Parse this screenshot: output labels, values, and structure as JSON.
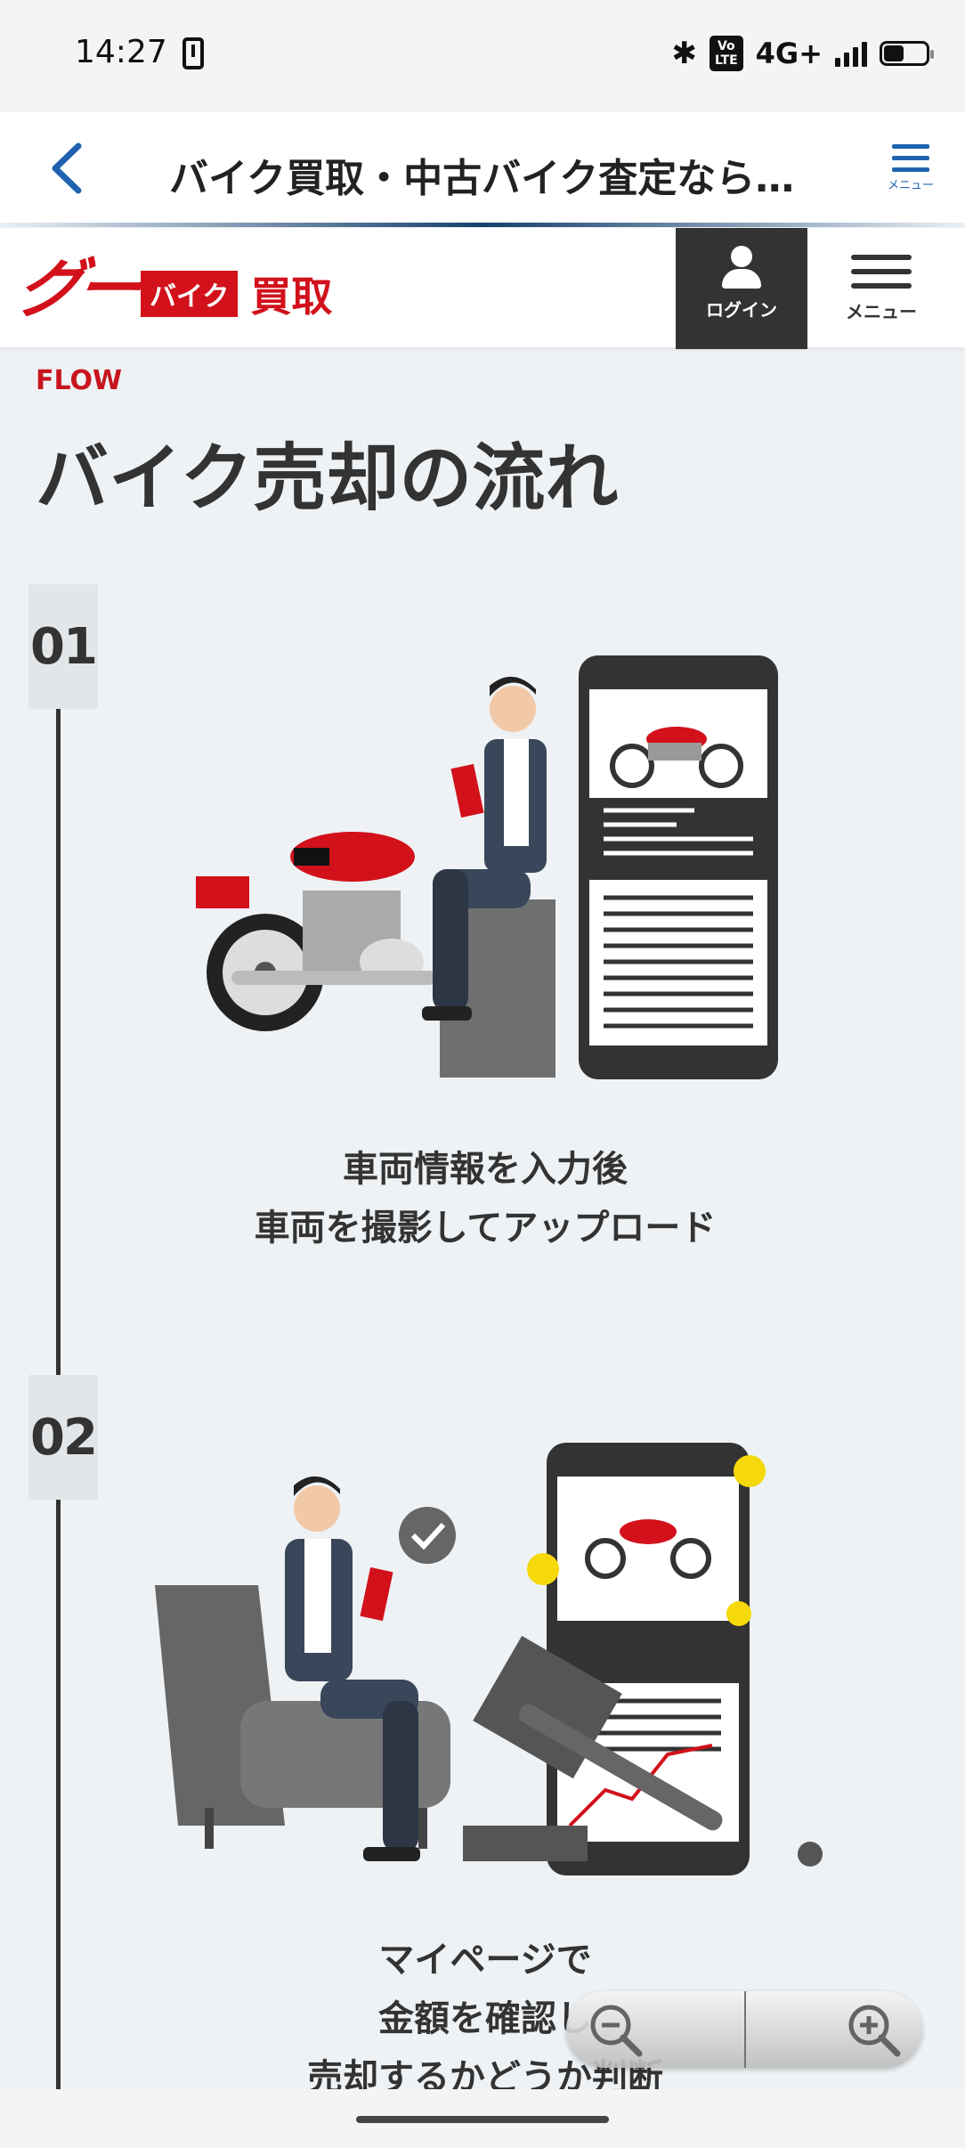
{
  "status_bar": {
    "time": "14:27",
    "volte_line1": "Vo",
    "volte_line2": "LTE",
    "network": "4G+"
  },
  "browser": {
    "page_title": "バイク買取・中古バイク査定なら…",
    "menu_label": "メニュー"
  },
  "site_header": {
    "logo_goo": "グー",
    "logo_bike": "バイク",
    "logo_kaitori": "買取",
    "login_label": "ログイン",
    "menu_label": "メニュー"
  },
  "section": {
    "eyebrow": "FLOW",
    "title": "バイク売却の流れ"
  },
  "steps": [
    {
      "number": "01",
      "caption_line1": "車両情報を入力後",
      "caption_line2": "車両を撮影してアップロード"
    },
    {
      "number": "02",
      "caption_line1": "マイページで",
      "caption_line2": "金額を確認し",
      "caption_line3": "売却するかどうか判断"
    }
  ],
  "colors": {
    "brand_red": "#d2111b",
    "accent_blue": "#1f63b0",
    "text_dark": "#333333",
    "background": "#eef2f5"
  },
  "icons": [
    "back-chevron-icon",
    "menu-icon",
    "user-icon",
    "hamburger-icon",
    "zoom-out-icon",
    "zoom-in-icon",
    "bluetooth-icon",
    "signal-icon",
    "battery-icon"
  ]
}
